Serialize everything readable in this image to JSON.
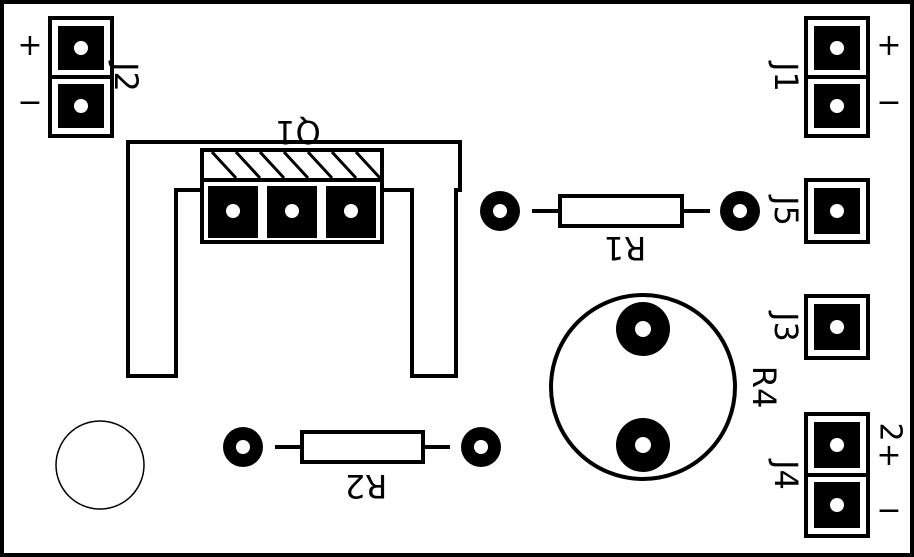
{
  "board": {
    "components": {
      "q1": "Q1",
      "r1": "R1",
      "r2": "R2",
      "r4": "R4",
      "j1": "J1",
      "j2": "J2",
      "j3": "J3",
      "j4": "J4",
      "j5": "J5"
    },
    "signs": {
      "j2_plus": "+",
      "j2_minus": "−",
      "j1_plus": "+",
      "j1_minus": "−",
      "j4_plus": "+",
      "j4_minus": "−",
      "j4_extra": "2"
    },
    "colors": {
      "ink": "#000000",
      "board": "#ffffff"
    }
  }
}
